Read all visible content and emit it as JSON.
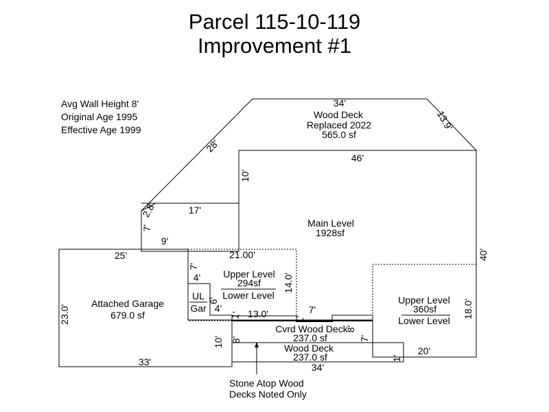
{
  "title": {
    "line1": "Parcel 115-10-119",
    "line2": "Improvement #1"
  },
  "info": {
    "wall_height": "Avg Wall Height 8'",
    "original_age": "Original Age 1995",
    "effective_age": "Effective Age 1999"
  },
  "areas": {
    "wood_deck_top": {
      "name": "Wood Deck",
      "note": "Replaced 2022",
      "area": "565.0 sf"
    },
    "main_level": {
      "name": "Main Level",
      "area": "1928sf"
    },
    "garage": {
      "name": "Attached Garage",
      "area": "679.0 sf"
    },
    "upper_lower_1": {
      "upper": "Upper Level",
      "area": "294sf",
      "lower": "Lower Level"
    },
    "upper_lower_2": {
      "upper": "Upper Level",
      "area": "360sf",
      "lower": "Lower Level"
    },
    "ul_gar": {
      "top": "UL",
      "bottom": "Gar"
    },
    "covered_deck": {
      "name": "Cvrd Wood Deck",
      "area": "237.0 sf"
    },
    "wood_deck_bottom": {
      "name": "Wood Deck",
      "area": "237.0 sf"
    }
  },
  "dimensions": {
    "top_34": "34'",
    "diag_13_9": "13.9'",
    "diag_28": "28'",
    "d_10_upper": "10'",
    "d_46": "46'",
    "d_2_8": "2.8'",
    "d_17": "17'",
    "d_7_left": "7'",
    "d_9": "9'",
    "d_25": "25'",
    "d_21": "21.00'",
    "d_7_mid": "7'",
    "d_4_top": "4'",
    "d_14": "14.0'",
    "d_6": "6'",
    "d_4_bottom": "4'",
    "d_1_a": "1'",
    "d_13": "13.0'",
    "d_1_b": "1'",
    "d_7_deck": "7'",
    "d_8_deck": "8'",
    "d_40": "40'",
    "d_18": "18.0'",
    "d_7_right": "7'",
    "d_23": "23.0'",
    "d_10_lower": "10'",
    "d_8_lower": "8'",
    "d_33": "33'",
    "d_34_bottom": "34'",
    "d_1_c": "1'",
    "d_20": "20'"
  },
  "note": {
    "line1": "Stone Atop Wood",
    "line2": "Decks Noted Only"
  }
}
